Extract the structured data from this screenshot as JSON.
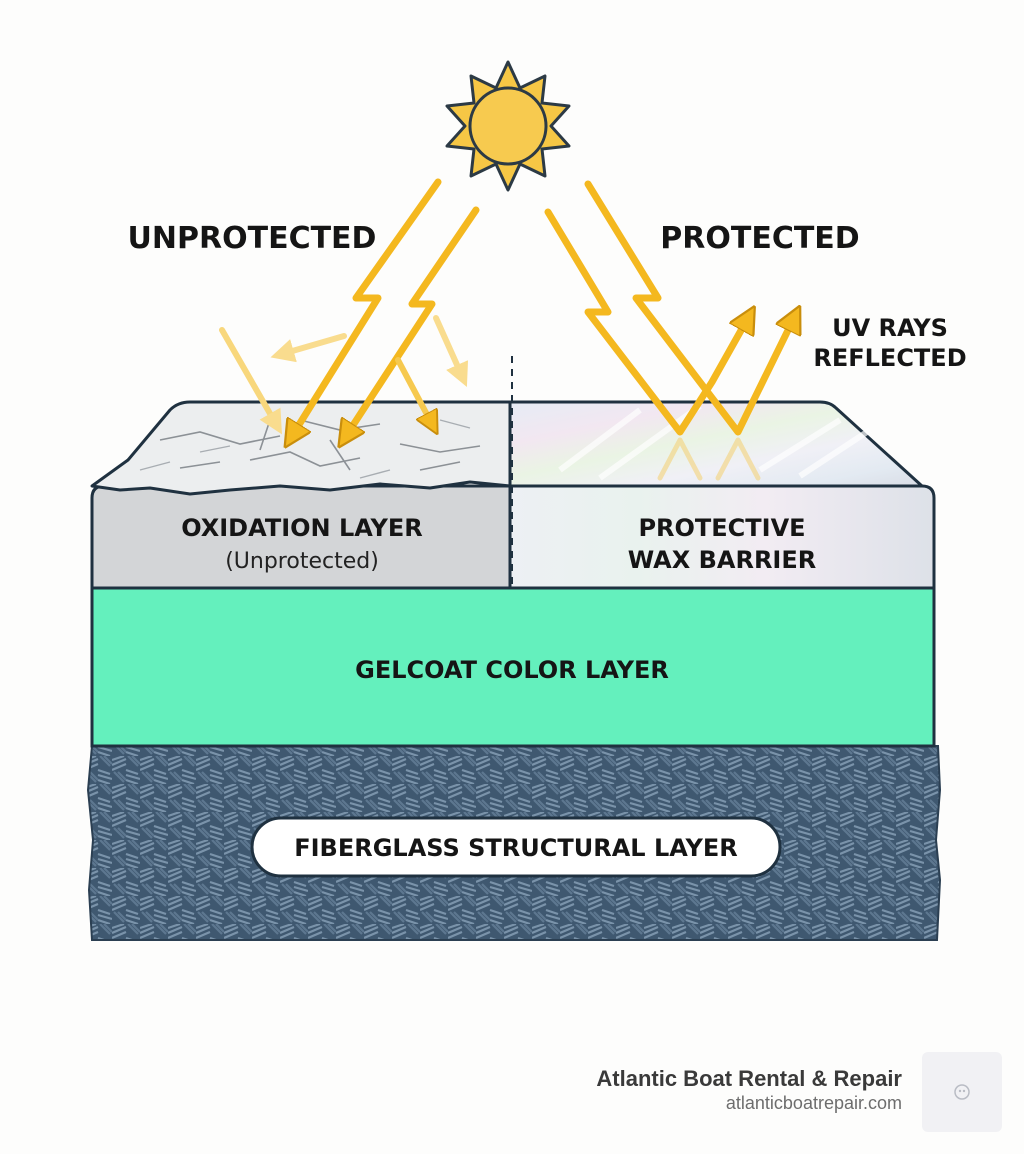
{
  "diagram": {
    "labels": {
      "unprotected": "UNPROTECTED",
      "protected": "PROTECTED",
      "uv_reflected_line1": "UV RAYS",
      "uv_reflected_line2": "REFLECTED"
    },
    "layers": {
      "oxidation_title": "OXIDATION LAYER",
      "oxidation_sub": "(Unprotected)",
      "wax_line1": "PROTECTIVE",
      "wax_line2": "WAX BARRIER",
      "gelcoat": "GELCOAT COLOR LAYER",
      "fiberglass": "FIBERGLASS STRUCTURAL LAYER"
    },
    "colors": {
      "sun": "#f6c745",
      "ray": "#f4b81f",
      "oxidation": "#d3d5d7",
      "gelcoat": "#64f0bd",
      "fiberglass": "#3f5870",
      "outline": "#1f3140"
    }
  },
  "footer": {
    "brand": "Atlantic Boat Rental & Repair",
    "url": "atlanticboatrepair.com",
    "logo_icon": "boat-logo-icon"
  }
}
